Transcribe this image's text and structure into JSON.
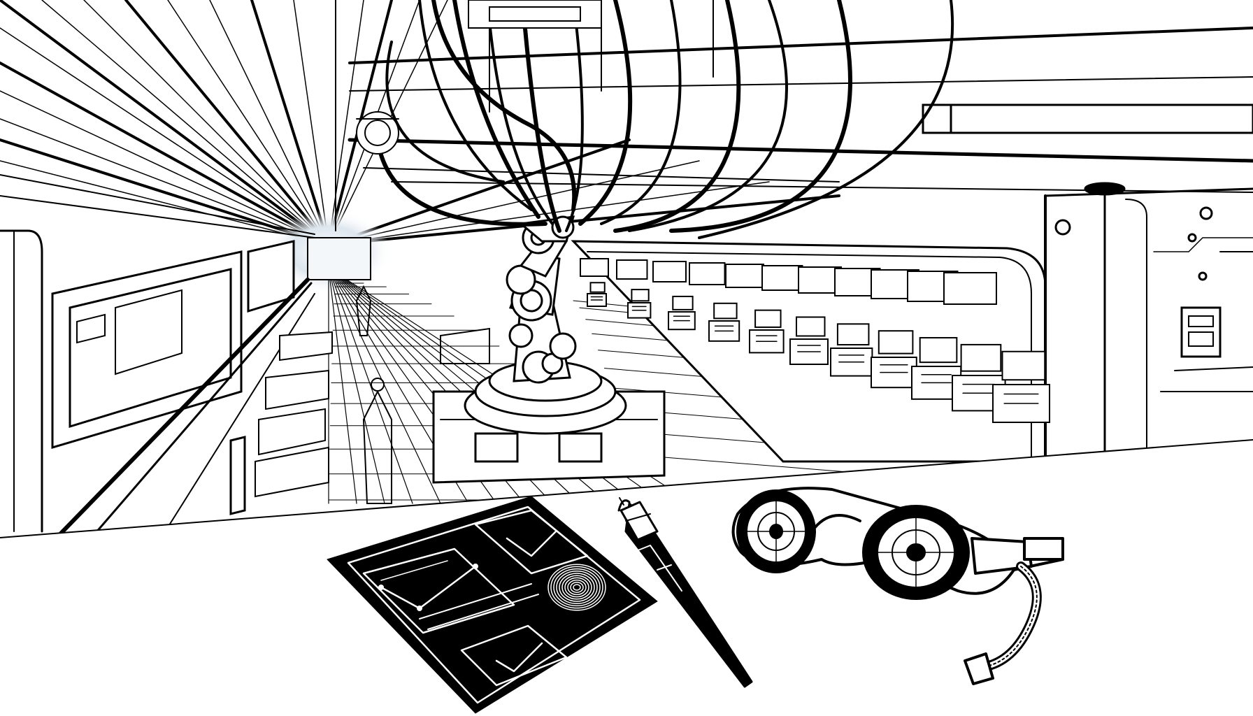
{
  "style": {
    "ink": "#000000",
    "paper": "#ffffff",
    "haze": "#eef3f7"
  },
  "scene": {
    "setting": "factory-corridor",
    "objects": [
      "robotic-arm",
      "cable-bundle",
      "workstation-rows",
      "blueprint-tablet",
      "stylus-pen",
      "vr-goggles"
    ]
  }
}
